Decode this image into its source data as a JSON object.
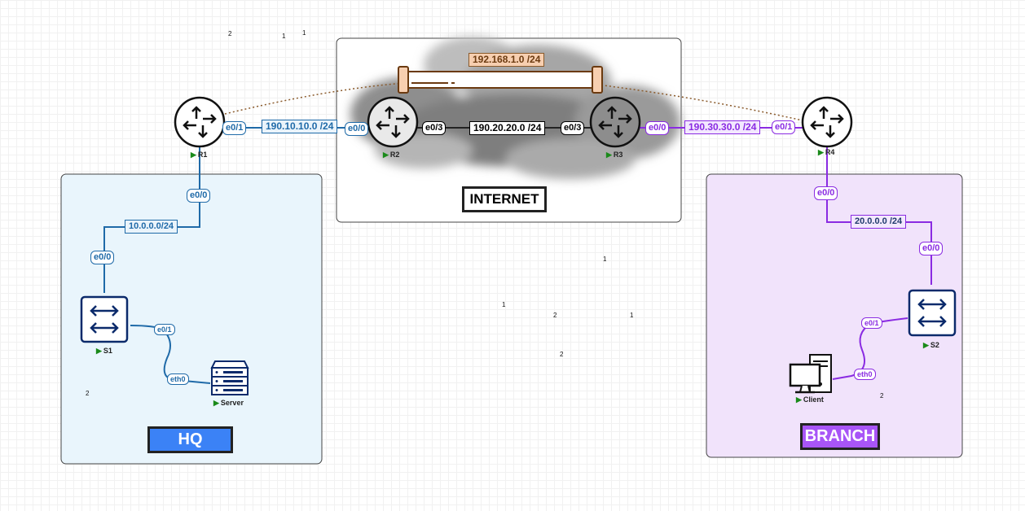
{
  "zones": {
    "hq": "HQ",
    "branch": "BRANCH",
    "internet": "INTERNET"
  },
  "devices": {
    "r1": "R1",
    "r2": "R2",
    "r3": "R3",
    "r4": "R4",
    "s1": "S1",
    "s2": "S2",
    "server": "Server",
    "client": "Client"
  },
  "networks": {
    "tunnel": "192.168.1.0 /24",
    "r1_r2": "190.10.10.0 /24",
    "r2_r3": "190.20.20.0 /24",
    "r3_r4": "190.30.30.0 /24",
    "hq_lan": "10.0.0.0/24",
    "branch_lan": "20.0.0.0 /24"
  },
  "interfaces": {
    "r1_e01": "e0/1",
    "r2_e00": "e0/0",
    "r2_e03": "e0/3",
    "r3_e03": "e0/3",
    "r3_e00": "e0/0",
    "r4_e01": "e0/1",
    "r1_e00": "e0/0",
    "s1_e00": "e0/0",
    "s1_e01": "e0/1",
    "server_eth0": "eth0",
    "r4_e00": "e0/0",
    "s2_e00": "e0/0",
    "s2_e01": "e0/1",
    "client_eth0": "eth0"
  },
  "stray_marks": [
    "2",
    "1",
    "1",
    "1",
    "1",
    "2",
    "1",
    "2",
    "2",
    "2"
  ],
  "colors": {
    "hq_accent": "#1f6aa8",
    "branch_accent": "#8a2be2",
    "tunnel_accent": "#8a5a2b",
    "hq_fill": "#e9f5fc",
    "branch_fill": "#f1e3fb"
  }
}
